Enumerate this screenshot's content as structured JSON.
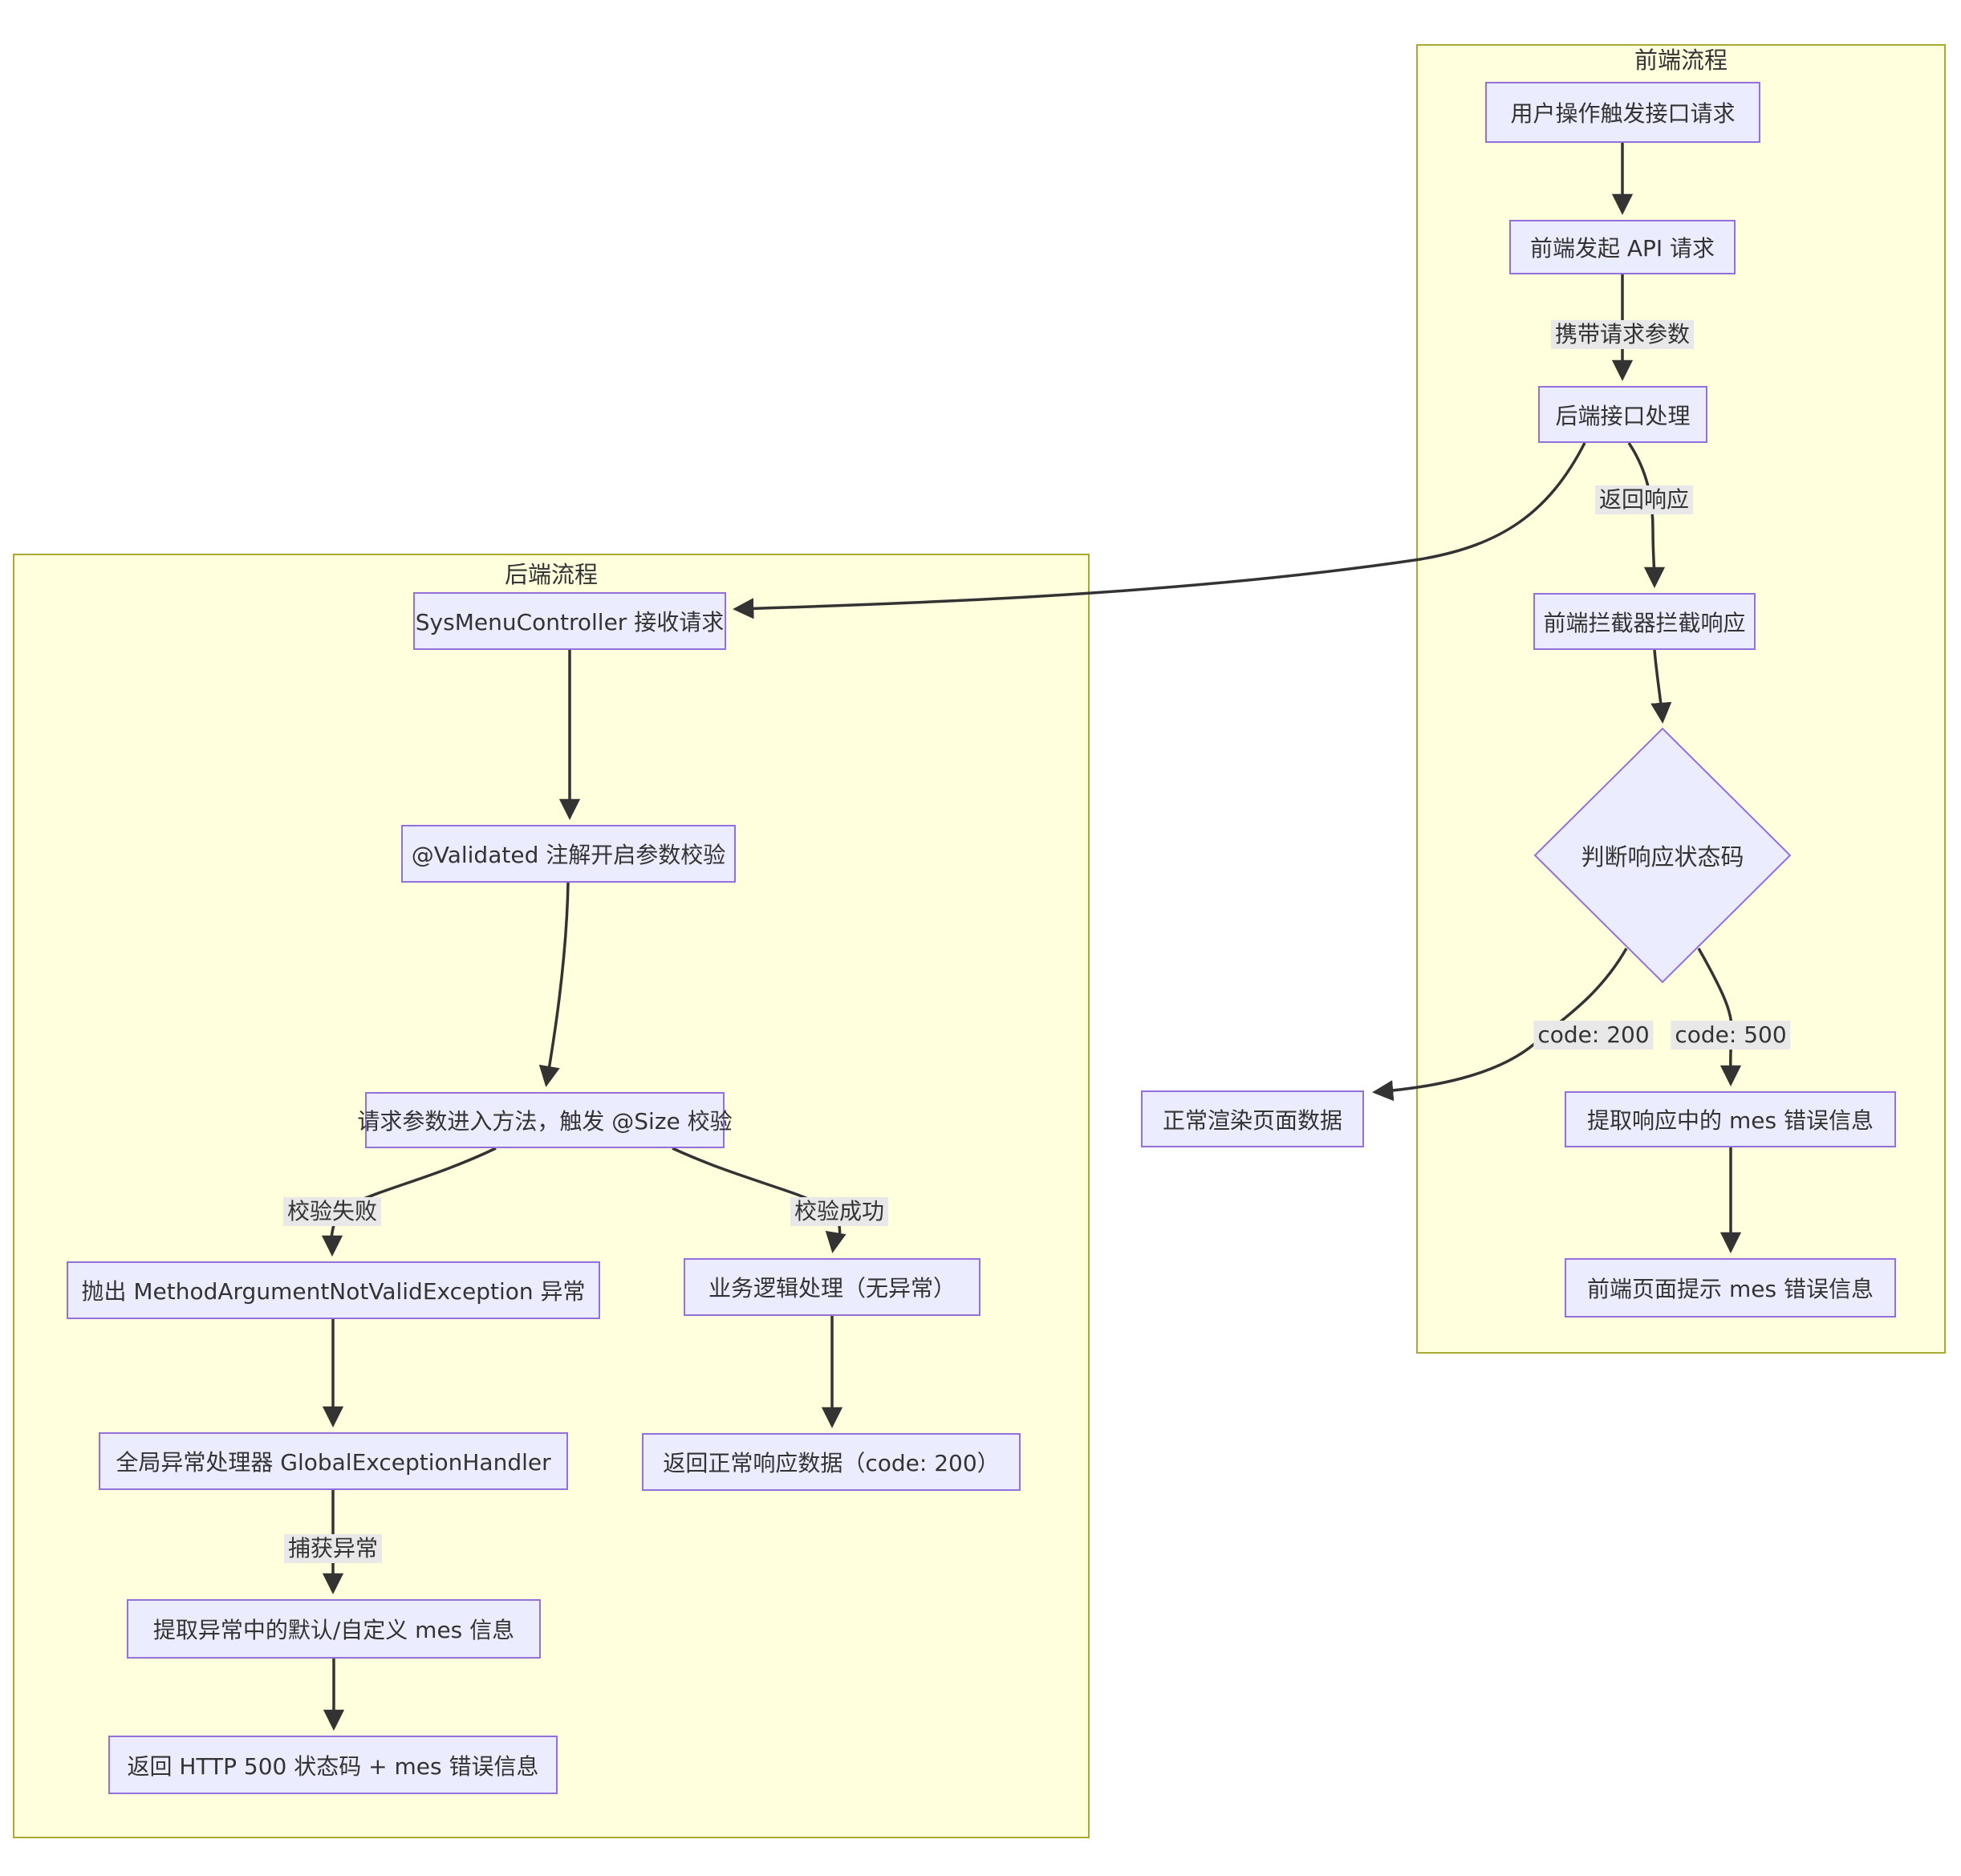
{
  "clusters": {
    "frontend": {
      "title": "前端流程"
    },
    "backend": {
      "title": "后端流程"
    }
  },
  "nodes": {
    "user_action": "用户操作触发接口请求",
    "fe_api_request": "前端发起 API 请求",
    "be_api_handle": "后端接口处理",
    "fe_interceptor": "前端拦截器拦截响应",
    "judge_code": "判断响应状态码",
    "extract_mes": "提取响应中的 mes 错误信息",
    "show_mes": "前端页面提示 mes 错误信息",
    "render_page": "正常渲染页面数据",
    "controller": "SysMenuController 接收请求",
    "validated": "@Validated 注解开启参数校验",
    "size_check": "请求参数进入方法，触发 @Size 校验",
    "throw_ex": "抛出 MethodArgumentNotValidException 异常",
    "biz_logic": "业务逻辑处理（无异常）",
    "global_handler": "全局异常处理器 GlobalExceptionHandler",
    "extract_ex_mes": "提取异常中的默认/自定义 mes 信息",
    "return_500": "返回 HTTP 500 状态码 + mes 错误信息",
    "return_200": "返回正常响应数据（code: 200）"
  },
  "edge_labels": {
    "carry_params": "携带请求参数",
    "return_response": "返回响应",
    "code_200": "code: 200",
    "code_500": "code: 500",
    "validate_fail": "校验失败",
    "validate_success": "校验成功",
    "catch_exception": "捕获异常"
  },
  "colors": {
    "node_fill": "#ECECFF",
    "node_border": "#9370DB",
    "cluster_fill": "#FFFFDE",
    "cluster_border": "#AAAA33",
    "edge": "#333333",
    "edge_label_bg": "#E8E8E8",
    "text": "#333333"
  }
}
